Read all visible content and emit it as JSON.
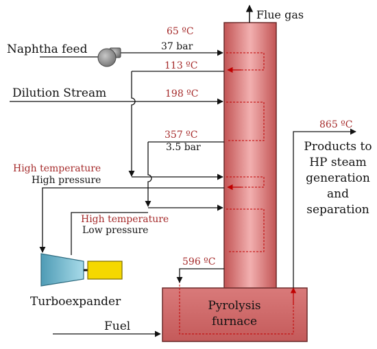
{
  "labels": {
    "flue_gas": "Flue gas",
    "naphtha_feed": "Naphtha feed",
    "t_65": "65 ºC",
    "p_37": "37 bar",
    "t_113": "113 ºC",
    "dilution_stream": "Dilution Stream",
    "t_198": "198 ºC",
    "t_357": "357 ºC",
    "p_35": "3.5 bar",
    "hp_temp": "High temperature",
    "hp_press": "High pressure",
    "lp_temp": "High temperature",
    "lp_press": "Low pressure",
    "turboexpander": "Turboexpander",
    "t_596": "596 ºC",
    "fuel": "Fuel",
    "t_865": "865 ºC",
    "products": [
      "Products to",
      "HP steam",
      "generation",
      "and",
      "separation"
    ],
    "furnace": [
      "Pyrolysis",
      "furnace"
    ]
  },
  "colors": {
    "furnace_fill": "#cd6b6b",
    "furnace_highlight": "#f0a8a8",
    "turbine_fill": "#7fc1d6",
    "generator_fill": "#f5d800",
    "pump_fill": "#8a8a8a",
    "hot_stream": "#c00000",
    "label_red": "#a52a2a"
  }
}
